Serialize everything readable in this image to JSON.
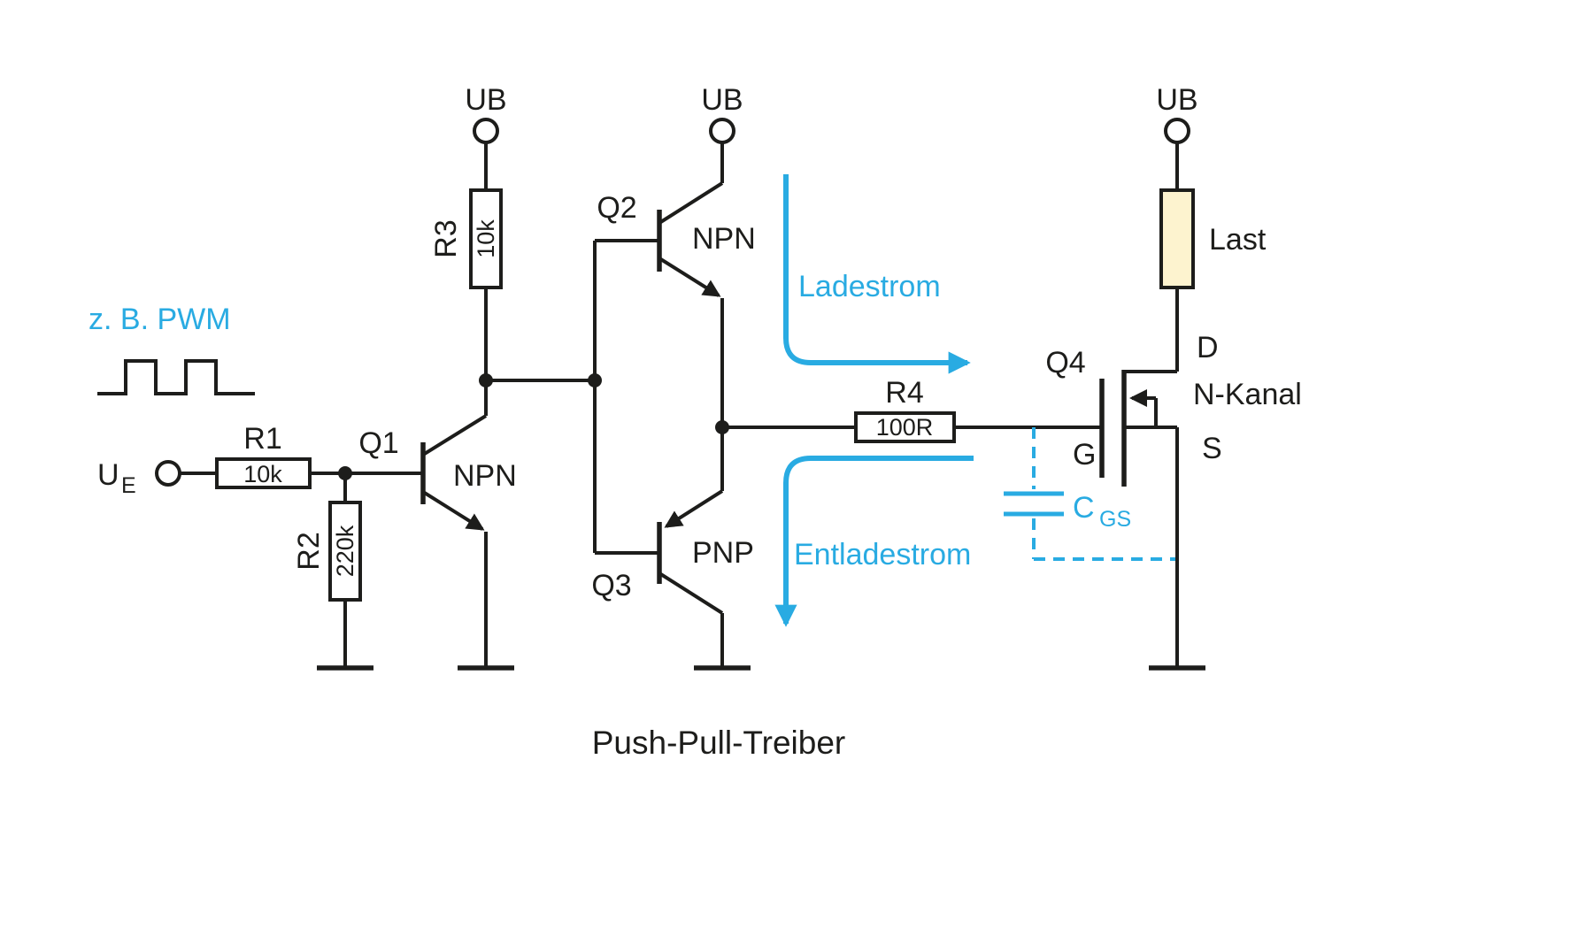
{
  "title": "Push-Pull-Treiber",
  "colors": {
    "accent_blue": "#29abe2",
    "line_black": "#1d1d1b",
    "load_fill": "#fdf3cf"
  },
  "terminals": {
    "ub1": "UB",
    "ub2": "UB",
    "ub3": "UB",
    "input": "U",
    "input_sub": "E"
  },
  "annotations": {
    "pwm": "z. B. PWM",
    "charge_current": "Ladestrom",
    "discharge_current": "Entladestrom",
    "cap": "C",
    "cap_sub": "GS"
  },
  "components": {
    "r1": {
      "label": "R1",
      "value": "10k"
    },
    "r2": {
      "label": "R2",
      "value": "220k"
    },
    "r3": {
      "label": "R3",
      "value": "10k"
    },
    "r4": {
      "label": "R4",
      "value": "100R"
    },
    "q1": {
      "label": "Q1",
      "type": "NPN"
    },
    "q2": {
      "label": "Q2",
      "type": "NPN"
    },
    "q3": {
      "label": "Q3",
      "type": "PNP"
    },
    "q4": {
      "label": "Q4",
      "channel": "N-Kanal",
      "drain": "D",
      "gate": "G",
      "source": "S"
    },
    "load": {
      "label": "Last"
    }
  }
}
